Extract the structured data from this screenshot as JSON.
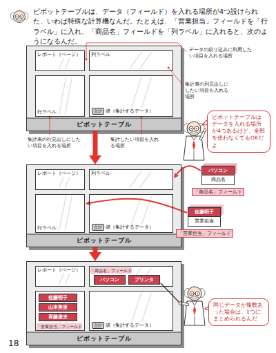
{
  "diagram": {
    "nodes": [
      {
        "text": [
          "ピボットテーブル"
        ]
      },
      {
        "text": [
          "レポート（ページ）"
        ],
        "in": 0
      },
      {
        "text": [
          "列ラベル"
        ],
        "in": 0
      },
      {
        "text": [
          "行ラベル"
        ],
        "in": 0
      },
      {
        "text": [
          "値（集計するデータ）"
        ],
        "in": 0
      },
      {
        "text": [
          "合計"
        ],
        "in": 4
      },
      {
        "text": [
          "ピボットテーブルはデータを入れる場所が4つあるけど、全部を使わなくてもOKだよ"
        ]
      },
      {
        "text": [
          "ピボットテーブル"
        ]
      },
      {
        "text": [
          "レポート（ページ）"
        ],
        "in": 7
      },
      {
        "text": [
          "列ラベル"
        ],
        "in": 7
      },
      {
        "text": [
          "行ラベル"
        ],
        "in": 7
      },
      {
        "text": [
          "値（集計するデータ）"
        ],
        "in": 7
      },
      {
        "text": [
          "合計"
        ],
        "in": 11
      },
      {
        "text": [
          "パソコン",
          "商品名",
          "「商品名」フィールド"
        ]
      },
      {
        "text": [
          "佐藤明子",
          "営業担当",
          "「営業担当」フィールド"
        ]
      },
      {
        "text": [
          "ピボットテーブル"
        ]
      },
      {
        "text": [
          "レポート（ページ）"
        ],
        "in": 15
      },
      {
        "text": [
          "「商品名」フィールド"
        ],
        "in": 15
      },
      {
        "text": [
          "パソコン"
        ],
        "in": 17
      },
      {
        "text": [
          "プリンタ"
        ],
        "in": 17
      },
      {
        "text": [
          "「営業担当」フィールド"
        ],
        "in": 15
      },
      {
        "text": [
          "佐藤明子"
        ],
        "in": 20
      },
      {
        "text": [
          "山本美里"
        ],
        "in": 20
      },
      {
        "text": [
          "斉藤康夫"
        ],
        "in": 20
      },
      {
        "text": [
          "値（集計するデータ）"
        ],
        "in": 15
      },
      {
        "text": [
          "合計"
        ],
        "in": 24
      },
      {
        "text": [
          "同じデータが複数あった場合は、1つにまとめられるんだ"
        ]
      }
    ],
    "edges": [
      {
        "from": 0,
        "to": 7,
        "arrow": "to"
      },
      {
        "from": 7,
        "to": 15,
        "arrow": "to"
      },
      {
        "from": 13,
        "to": 9,
        "arrow": "to"
      },
      {
        "from": 14,
        "to": 10,
        "arrow": "to"
      }
    ],
    "labels": [
      "ピボットテーブルは、データ（フィールド）を入れる場所が4つ設けられた、いわば特殊な計算機なんだ。たとえば、「営業担当」フィールドを「行ラベル」に入れ、「商品名」フィールドを「列ラベル」に入れると、次のようになるんだ。",
      "データの絞り込みに利用したい項目を入れる場所",
      "集計表の列見出しにしたい項目を入れる場所",
      "集計表の行見出しにしたい項目を入れる場所",
      "集計したい項目を入れる場所",
      "18"
    ]
  }
}
